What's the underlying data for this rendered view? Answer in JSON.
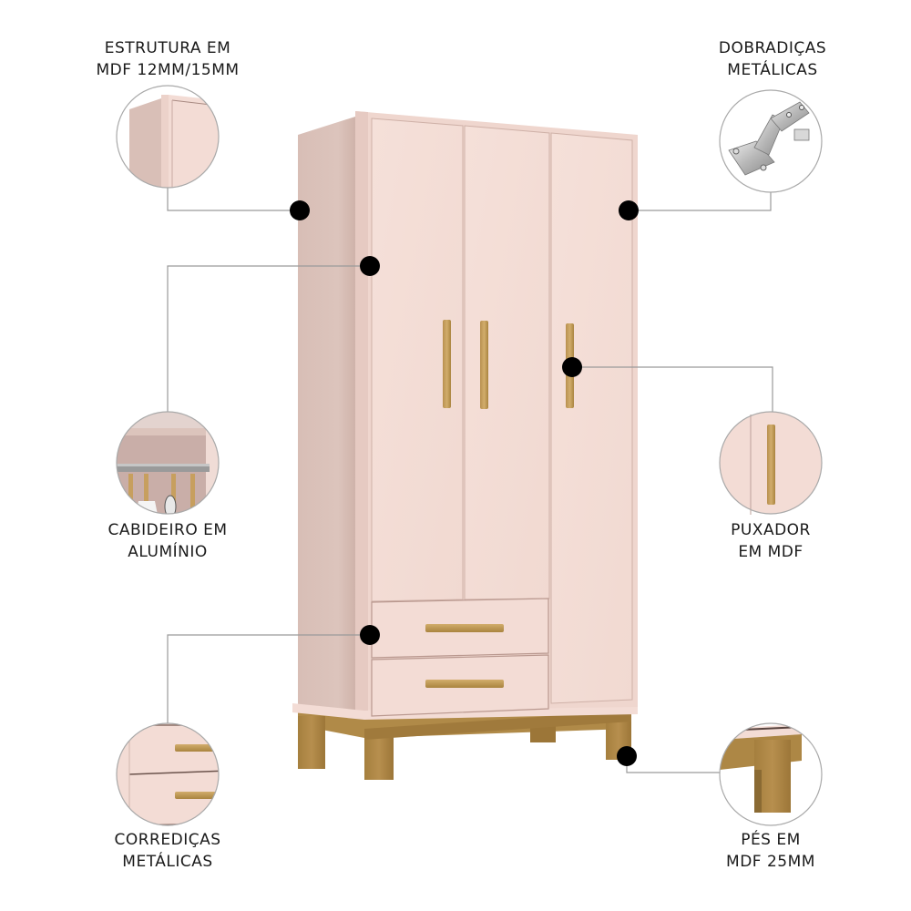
{
  "colors": {
    "cabinet_front": "#f3dcd5",
    "cabinet_side": "#d9bfb7",
    "cabinet_edge": "#c9aaa2",
    "wood": "#b08a48",
    "wood_dark": "#8a6a33",
    "handle": "#c79f5e",
    "callout_line": "#9a9a9a",
    "dot": "#000000",
    "text": "#1a1a1a"
  },
  "features": [
    {
      "id": "estrutura",
      "line1": "ESTRUTURA EM",
      "line2": "MDF 12MM/15MM",
      "detail_icon": "cabinet-corner-icon"
    },
    {
      "id": "dobradicas",
      "line1": "DOBRADIÇAS",
      "line2": "METÁLICAS",
      "detail_icon": "hinge-icon"
    },
    {
      "id": "cabideiro",
      "line1": "CABIDEIRO EM",
      "line2": "ALUMÍNIO",
      "detail_icon": "hanger-rail-icon"
    },
    {
      "id": "puxador",
      "line1": "PUXADOR",
      "line2": "EM MDF",
      "detail_icon": "handle-icon"
    },
    {
      "id": "corredicas",
      "line1": "CORREDIÇAS",
      "line2": "METÁLICAS",
      "detail_icon": "drawer-slide-icon"
    },
    {
      "id": "pes",
      "line1": "PÉS EM",
      "line2": "MDF 25MM",
      "detail_icon": "wood-leg-icon"
    }
  ],
  "product": {
    "doors": 3,
    "drawers": 2,
    "subject": "wardrobe-3-doors-2-drawers"
  }
}
